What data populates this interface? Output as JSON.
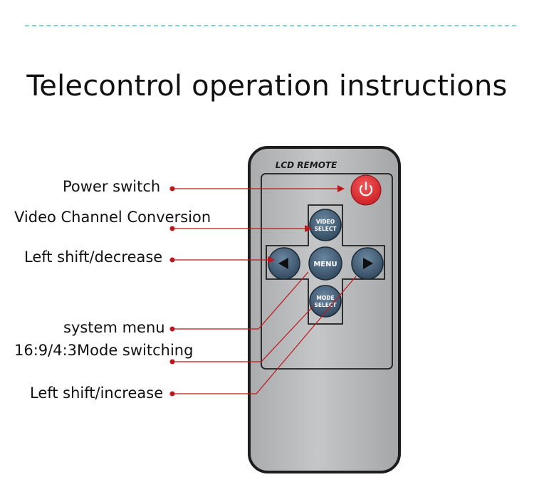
{
  "title": "Telecontrol operation instructions",
  "remote": {
    "brand_text": "LCD REMOTE",
    "buttons": {
      "video_line1": "VIDEO",
      "video_line2": "SELECT",
      "menu": "MENU",
      "mode_line1": "MODE",
      "mode_line2": "SELECT"
    },
    "icons": {
      "power": "power-icon",
      "left": "left-arrow-icon",
      "right": "right-arrow-icon"
    }
  },
  "labels": {
    "power_switch": "Power switch",
    "video_channel": "Video Channel Conversion",
    "left_decrease": "Left shift/decrease",
    "system_menu": "system menu",
    "mode_switching": "16:9/4:3Mode switching",
    "left_increase": "Left shift/increase"
  },
  "colors": {
    "accent": "#c0161b",
    "power_button": "#e02a2e",
    "body": "#b9bbbd",
    "button": "#3f5a73",
    "divider": "#7fd3e0"
  }
}
